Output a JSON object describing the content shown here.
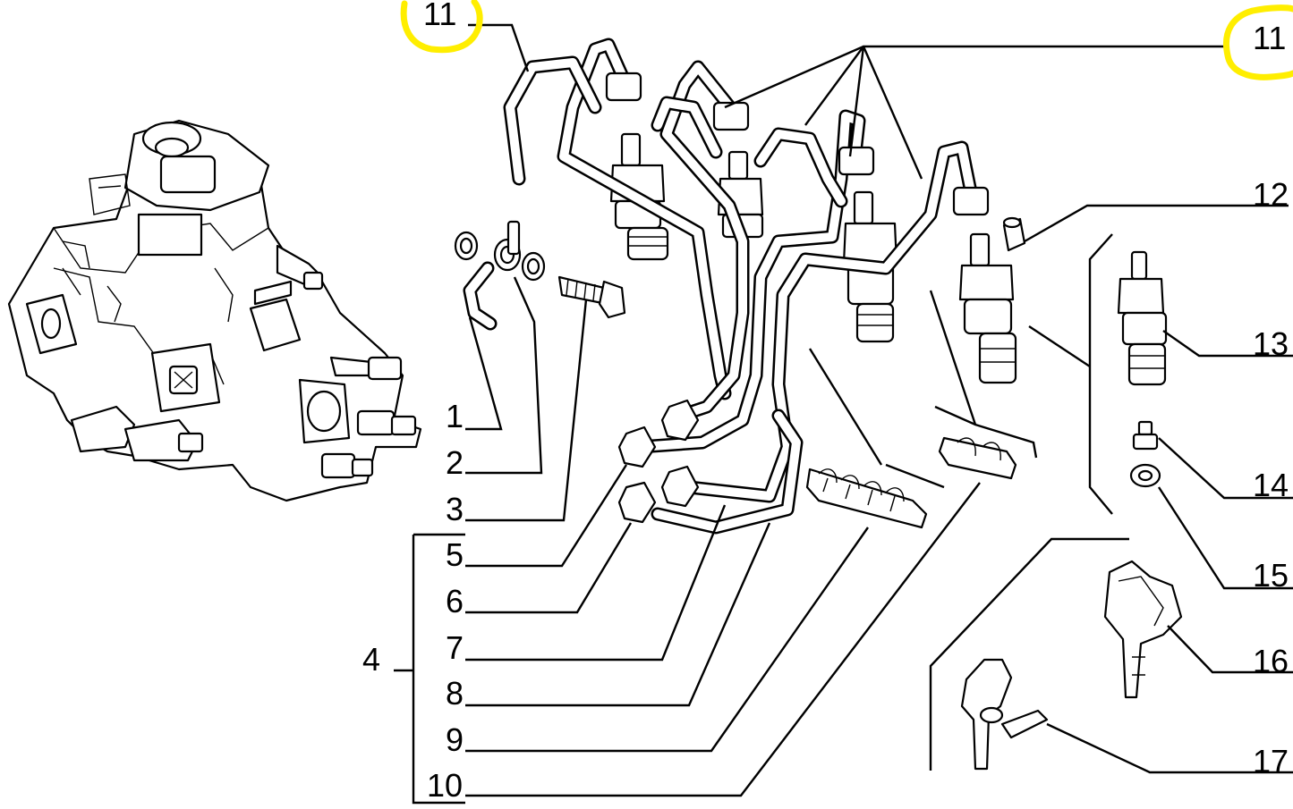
{
  "highlight_color": "#ffee00",
  "callouts": {
    "c1": "1",
    "c2": "2",
    "c3": "3",
    "c4": "4",
    "c5": "5",
    "c6": "6",
    "c7": "7",
    "c8": "8",
    "c9": "9",
    "c10": "10",
    "c11_left": "11",
    "c11_right": "11",
    "c12": "12",
    "c13": "13",
    "c14": "14",
    "c15": "15",
    "c16": "16",
    "c17": "17"
  }
}
